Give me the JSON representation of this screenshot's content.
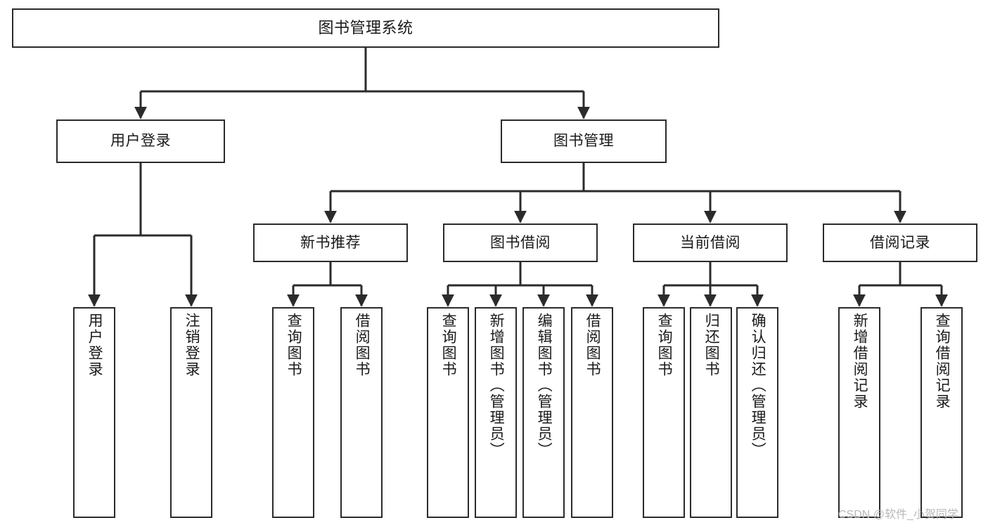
{
  "diagram": {
    "title": "图书管理系统",
    "type": "tree-hierarchy",
    "orientation": "top-down",
    "stroke_color": "#2b2b2b",
    "fill_color": "#ffffff",
    "text_color": "#1a1a1a"
  },
  "nodes": {
    "root": {
      "label": "图书管理系统"
    },
    "level2": [
      {
        "id": "user-login",
        "label": "用户登录"
      },
      {
        "id": "book-manage",
        "label": "图书管理"
      }
    ],
    "level3": [
      {
        "id": "new-book-recommend",
        "label": "新书推荐"
      },
      {
        "id": "book-borrow",
        "label": "图书借阅"
      },
      {
        "id": "current-borrow",
        "label": "当前借阅"
      },
      {
        "id": "borrow-record",
        "label": "借阅记录"
      }
    ],
    "leaves": {
      "user_login": [
        {
          "id": "leaf-user-login",
          "label": "用户登录"
        },
        {
          "id": "leaf-logout",
          "label": "注销登录"
        }
      ],
      "new_book_recommend": [
        {
          "id": "leaf-query-book-1",
          "label": "查询图书"
        },
        {
          "id": "leaf-borrow-book-1",
          "label": "借阅图书"
        }
      ],
      "book_borrow": [
        {
          "id": "leaf-query-book-2",
          "label": "查询图书"
        },
        {
          "id": "leaf-add-book",
          "label": "新增图书（管理员）"
        },
        {
          "id": "leaf-edit-book",
          "label": "编辑图书（管理员）"
        },
        {
          "id": "leaf-borrow-book-2",
          "label": "借阅图书"
        }
      ],
      "current_borrow": [
        {
          "id": "leaf-query-book-3",
          "label": "查询图书"
        },
        {
          "id": "leaf-return-book",
          "label": "归还图书"
        },
        {
          "id": "leaf-confirm-return",
          "label": "确认归还（管理员）"
        }
      ],
      "borrow_record": [
        {
          "id": "leaf-add-record",
          "label": "新增借阅记录"
        },
        {
          "id": "leaf-query-record",
          "label": "查询借阅记录"
        }
      ]
    }
  },
  "watermark": {
    "text": "CSDN @软件_小贺同学"
  }
}
